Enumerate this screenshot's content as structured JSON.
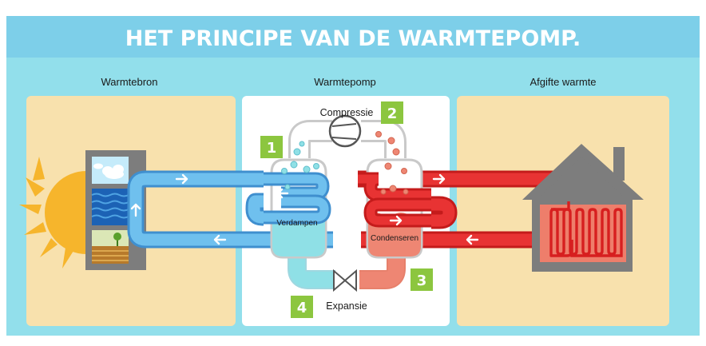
{
  "title": "HET PRINCIPE VAN DE WARMTEPOMP.",
  "sections": {
    "source": "Warmtebron",
    "pump": "Warmtepomp",
    "output": "Afgifte warmte"
  },
  "components": {
    "compressor": "Compressie",
    "evaporator": "Verdampen",
    "condenser": "Condenseren",
    "expansion": "Expansie"
  },
  "steps": [
    "1",
    "2",
    "3",
    "4"
  ],
  "colors": {
    "background": "#92dfeb",
    "title_bar": "#7dcfe9",
    "panel_side": "#f8e1ad",
    "panel_center": "#ffffff",
    "cold_pipe": "#4da5df",
    "cold_fluid": "#8fe0e6",
    "hot_pipe": "#e32828",
    "hot_fluid": "#ee8673",
    "step_badge": "#8cc63f",
    "house": "#7d7d7d",
    "sun": "#f6b52c"
  }
}
